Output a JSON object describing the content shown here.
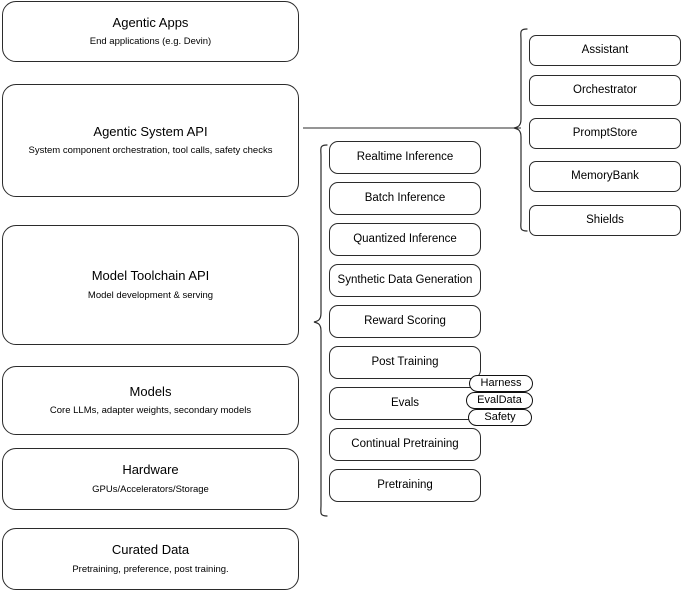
{
  "diagram": {
    "type": "layered-architecture-block-diagram",
    "background_color": "#ffffff",
    "stroke_color": "#2b2b2b"
  },
  "layers": [
    {
      "title": "Agentic Apps",
      "subtitle": "End applications (e.g. Devin)"
    },
    {
      "title": "Agentic System API",
      "subtitle": "System component orchestration, tool calls, safety checks"
    },
    {
      "title": "Model Toolchain API",
      "subtitle": "Model development & serving"
    },
    {
      "title": "Models",
      "subtitle": "Core LLMs, adapter weights, secondary models"
    },
    {
      "title": "Hardware",
      "subtitle": "GPUs/Accelerators/Storage"
    },
    {
      "title": "Curated Data",
      "subtitle": "Pretraining, preference, post training."
    }
  ],
  "toolchain_capabilities": [
    {
      "label": "Realtime Inference"
    },
    {
      "label": "Batch Inference"
    },
    {
      "label": "Quantized Inference"
    },
    {
      "label": "Synthetic Data Generation"
    },
    {
      "label": "Reward Scoring"
    },
    {
      "label": "Post Training"
    },
    {
      "label": "Evals"
    },
    {
      "label": "Continual Pretraining"
    },
    {
      "label": "Pretraining"
    }
  ],
  "eval_subcomponents": [
    {
      "label": "Harness"
    },
    {
      "label": "EvalData"
    },
    {
      "label": "Safety"
    }
  ],
  "system_components": [
    {
      "label": "Assistant"
    },
    {
      "label": "Orchestrator"
    },
    {
      "label": "PromptStore"
    },
    {
      "label": "MemoryBank"
    },
    {
      "label": "Shields"
    }
  ]
}
